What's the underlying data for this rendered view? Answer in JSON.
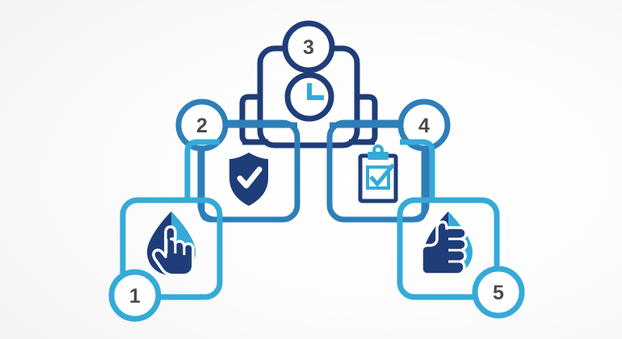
{
  "graphic": {
    "title": "Five-step process flowchart",
    "background_color": "#f4f4f5",
    "palette": {
      "light_blue": "#35AAD8",
      "mid_blue": "#2E7FB8",
      "navy": "#1F3D78",
      "navy_dark": "#1B3668",
      "number_text": "#4a4a4a",
      "white": "#ffffff"
    }
  },
  "steps": [
    {
      "number": "1",
      "icon": "hand-pointing-water-drop-icon",
      "box_color": "#35AAD8",
      "circle_color": "#35AAD8",
      "circle_position": "bottom-left"
    },
    {
      "number": "2",
      "icon": "shield-check-icon",
      "box_color": "#2E7FB8",
      "circle_color": "#2E7FB8",
      "circle_position": "top-left"
    },
    {
      "number": "3",
      "icon": "clock-icon",
      "box_color": "#1F3D78",
      "circle_color": "#1F3D78",
      "circle_position": "top-center"
    },
    {
      "number": "4",
      "icon": "clipboard-checkbox-icon",
      "box_color": "#2E7FB8",
      "circle_color": "#2E7FB8",
      "circle_position": "top-right"
    },
    {
      "number": "5",
      "icon": "thumbs-up-water-drop-icon",
      "box_color": "#35AAD8",
      "circle_color": "#35AAD8",
      "circle_position": "bottom-right"
    }
  ]
}
